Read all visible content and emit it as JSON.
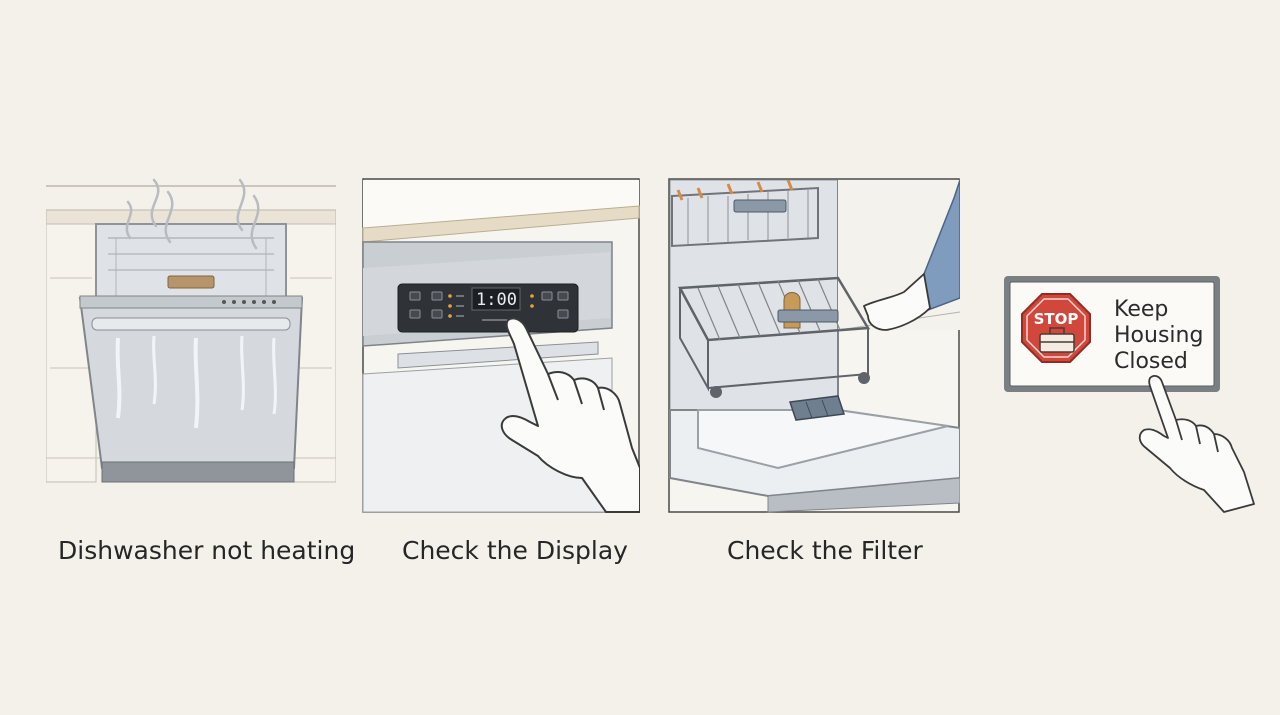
{
  "steps": [
    {
      "caption": "Dishwasher not heating"
    },
    {
      "caption": "Check the Display",
      "display_readout": "1:00"
    },
    {
      "caption": "Check the Filter"
    }
  ],
  "warning_sign": {
    "stop_label": "STOP",
    "line1": "Keep",
    "line2": "Housing",
    "line3": "Closed"
  },
  "icons": [
    "steam-icon",
    "dishwasher-icon",
    "pointing-hand-icon",
    "filter-icon",
    "stop-sign-icon",
    "toolbox-icon"
  ],
  "colors": {
    "background": "#f4f1ea",
    "stop_red": "#d2473b",
    "stainless": "#c9ced3",
    "sleeve_blue": "#7f9bbd",
    "display_dark": "#2f3338"
  }
}
